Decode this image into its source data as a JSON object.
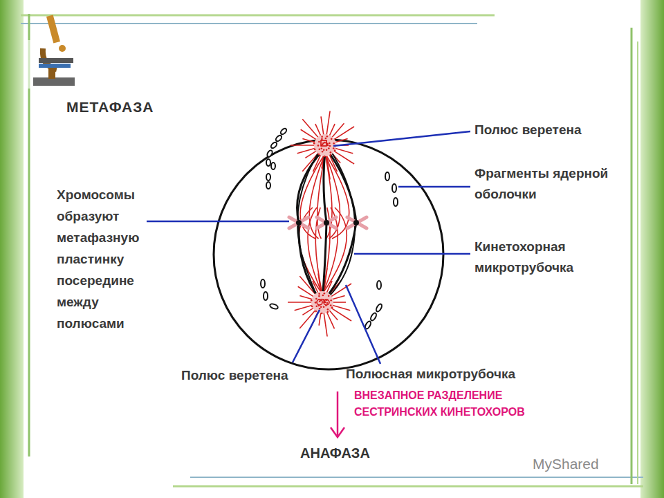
{
  "diagram": {
    "title": "МЕТАФАЗА",
    "labels": [
      "Полюс веретена",
      "Фрагменты ядерной оболочки",
      "Хромосомы образуют метафазную пластинку посередине между полюсами",
      "Кинетохорная микротрубочка",
      "Полюс веретена",
      "Полюсная микротрубочка",
      "ВНЕЗАПНОЕ РАЗДЕЛЕНИЕ СЕСТРИНСКИХ КИНЕТОХОРОВ",
      "АНАФАЗА",
      "MyShared"
    ]
  }
}
